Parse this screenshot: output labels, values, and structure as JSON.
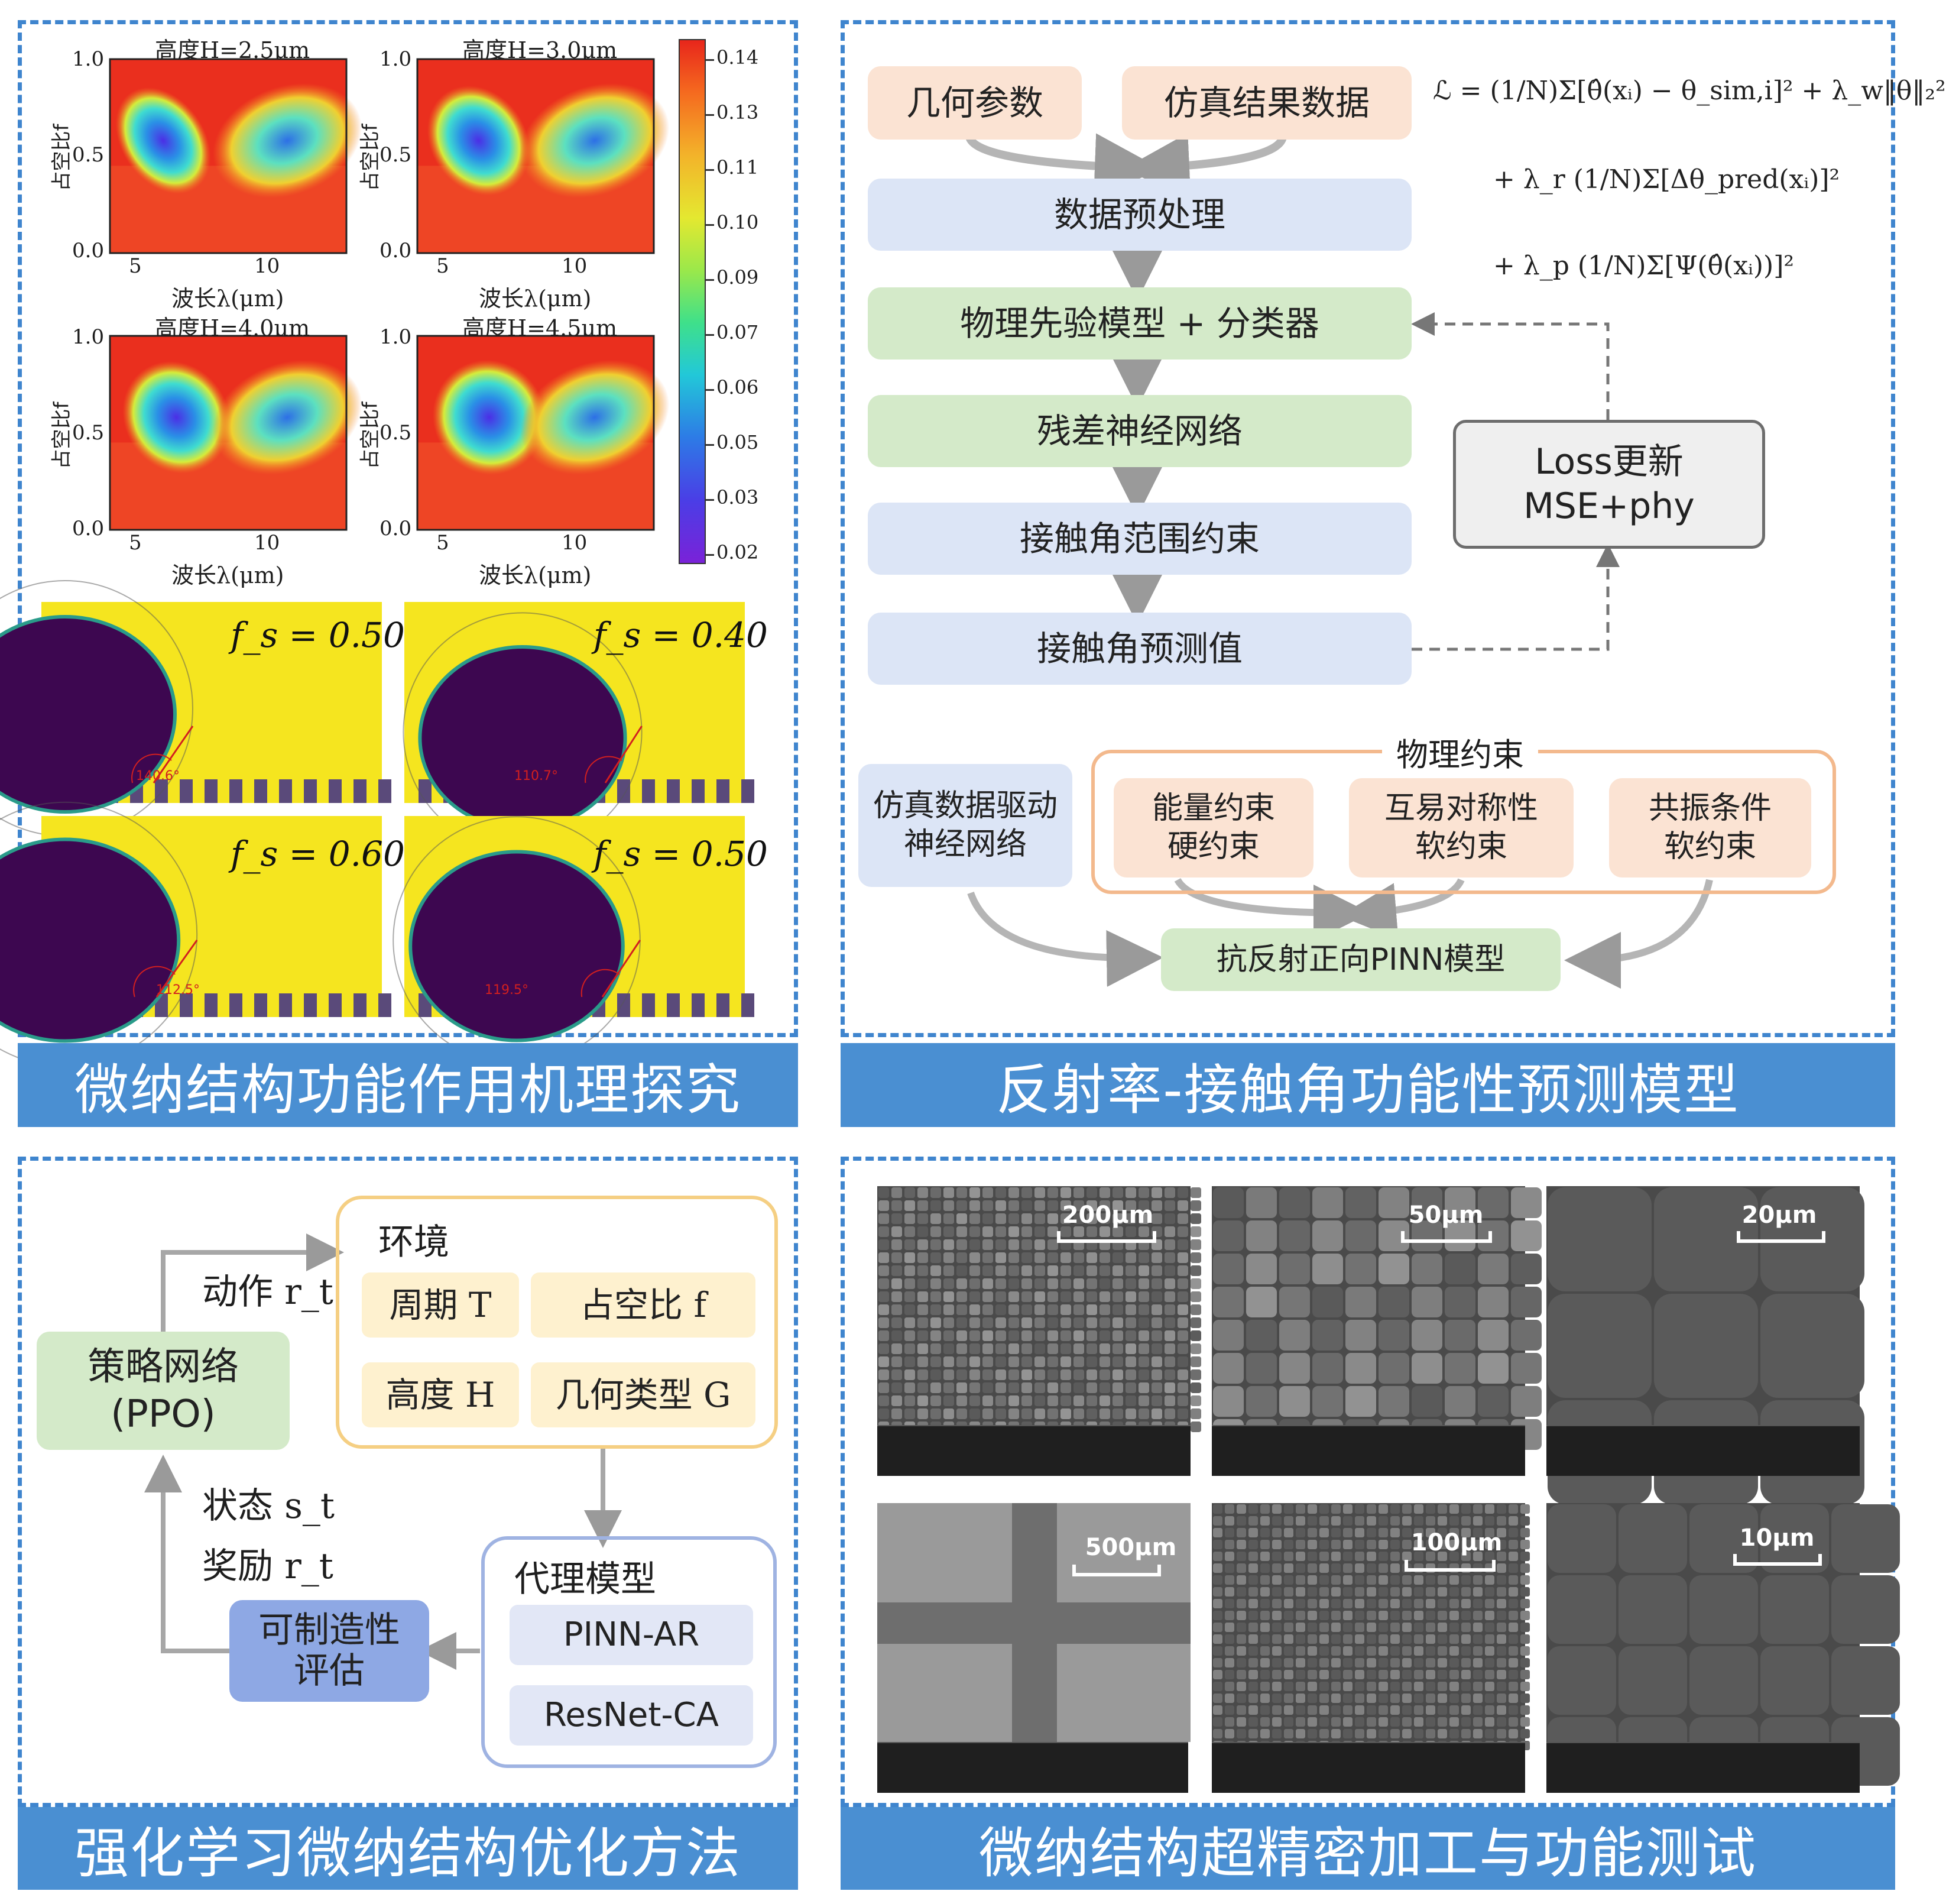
{
  "colors": {
    "accent": "#4a8fd2",
    "peach": "#fbe3d3",
    "blue": "#dce5f6",
    "green": "#d4eac9",
    "yellow": "#fef1cf",
    "orange_border": "#f3b98d",
    "gold_border": "#f5cf83",
    "lav_border": "#9fb3e2"
  },
  "panel_tl": {
    "banner": "微纳结构功能作用机理探究",
    "heatmaps": [
      {
        "title": "高度H=2.5μm"
      },
      {
        "title": "高度H=3.0μm"
      },
      {
        "title": "高度H=4.0μm"
      },
      {
        "title": "高度H=4.5μm"
      }
    ],
    "ylabel": "占空比f",
    "xlabel": "波长λ(μm)",
    "yticks": [
      "1.0",
      "0.5",
      "0.0"
    ],
    "xticks": [
      "5",
      "10"
    ],
    "colorbar_ticks": [
      "0.14",
      "0.13",
      "0.11",
      "0.10",
      "0.09",
      "0.07",
      "0.06",
      "0.05",
      "0.03",
      "0.02"
    ],
    "sims": [
      {
        "label": "f_s = 0.50",
        "angle": "140.6°"
      },
      {
        "label": "f_s = 0.40",
        "angle": "110.7°"
      },
      {
        "label": "f_s = 0.60",
        "angle": "112.5°"
      },
      {
        "label": "f_s = 0.50",
        "angle": "119.5°"
      }
    ]
  },
  "panel_tr": {
    "banner": "反射率-接触角功能性预测模型",
    "inputs": [
      "几何参数",
      "仿真结果数据"
    ],
    "steps": [
      "数据预处理",
      "物理先验模型 + 分类器",
      "残差神经网络",
      "接触角范围约束",
      "接触角预测值"
    ],
    "loss": [
      "Loss更新",
      "MSE+phy"
    ],
    "formula": [
      "ℒ = (1/N)Σ[θ̂(xᵢ) − θ_sim,i]² + λ_w‖θ‖₂²",
      "+ λ_r (1/N)Σ[Δθ_pred(xᵢ)]²",
      "+ λ_p (1/N)Σ[Ψ(θ̂(xᵢ))]²"
    ],
    "physics_title": "物理约束",
    "data_driven": [
      "仿真数据驱动",
      "神经网络"
    ],
    "constraints": [
      [
        "能量约束",
        "硬约束"
      ],
      [
        "互易对称性",
        "软约束"
      ],
      [
        "共振条件",
        "软约束"
      ]
    ],
    "model": "抗反射正向PINN模型"
  },
  "panel_bl": {
    "banner": "强化学习微纳结构优化方法",
    "env_title": "环境",
    "env_items": [
      "周期 T",
      "占空比 f",
      "高度 H",
      "几何类型 G"
    ],
    "policy": [
      "策略网络",
      "(PPO)"
    ],
    "action": "动作 r_t",
    "state": "状态 s_t",
    "reward": "奖励 r_t",
    "surrogate_title": "代理模型",
    "surrogate_items": [
      "PINN-AR",
      "ResNet-CA"
    ],
    "mfg": [
      "可制造性",
      "评估"
    ]
  },
  "panel_br": {
    "banner": "微纳结构超精密加工与功能测试",
    "sem": [
      "200μm",
      "50μm",
      "20μm",
      "500μm",
      "100μm",
      "10μm"
    ]
  }
}
